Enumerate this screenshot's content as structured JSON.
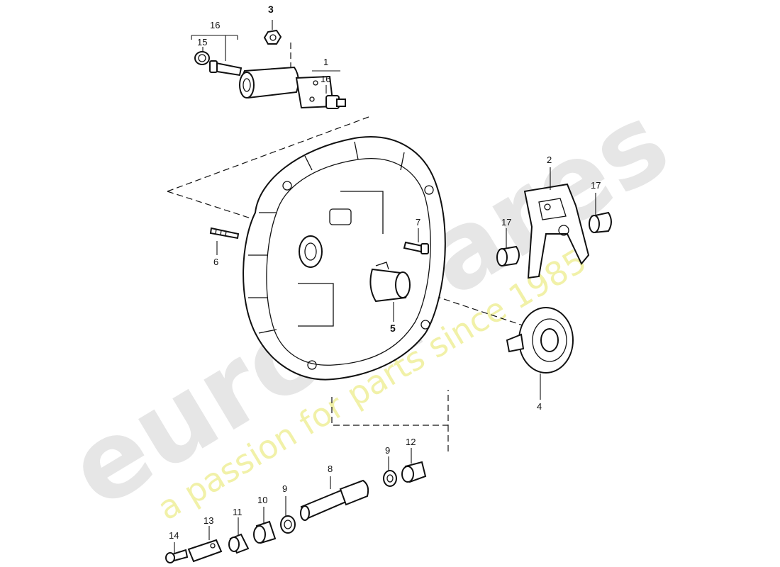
{
  "watermark": {
    "brand": "eurospares",
    "tagline": "a passion for parts since 1985"
  },
  "callouts": {
    "c1": "1",
    "c2": "2",
    "c3": "3",
    "c4": "4",
    "c5": "5",
    "c6": "6",
    "c7": "7",
    "c8": "8",
    "c9a": "9",
    "c9b": "9",
    "c10": "10",
    "c11": "11",
    "c12": "12",
    "c13": "13",
    "c14": "14",
    "c15": "15",
    "c16a": "16",
    "c16b": "16",
    "c17a": "17",
    "c17b": "17"
  },
  "colors": {
    "linework": "#111111",
    "watermark_brand": "#e6e6e6",
    "watermark_tagline": "#f1f1a8"
  }
}
